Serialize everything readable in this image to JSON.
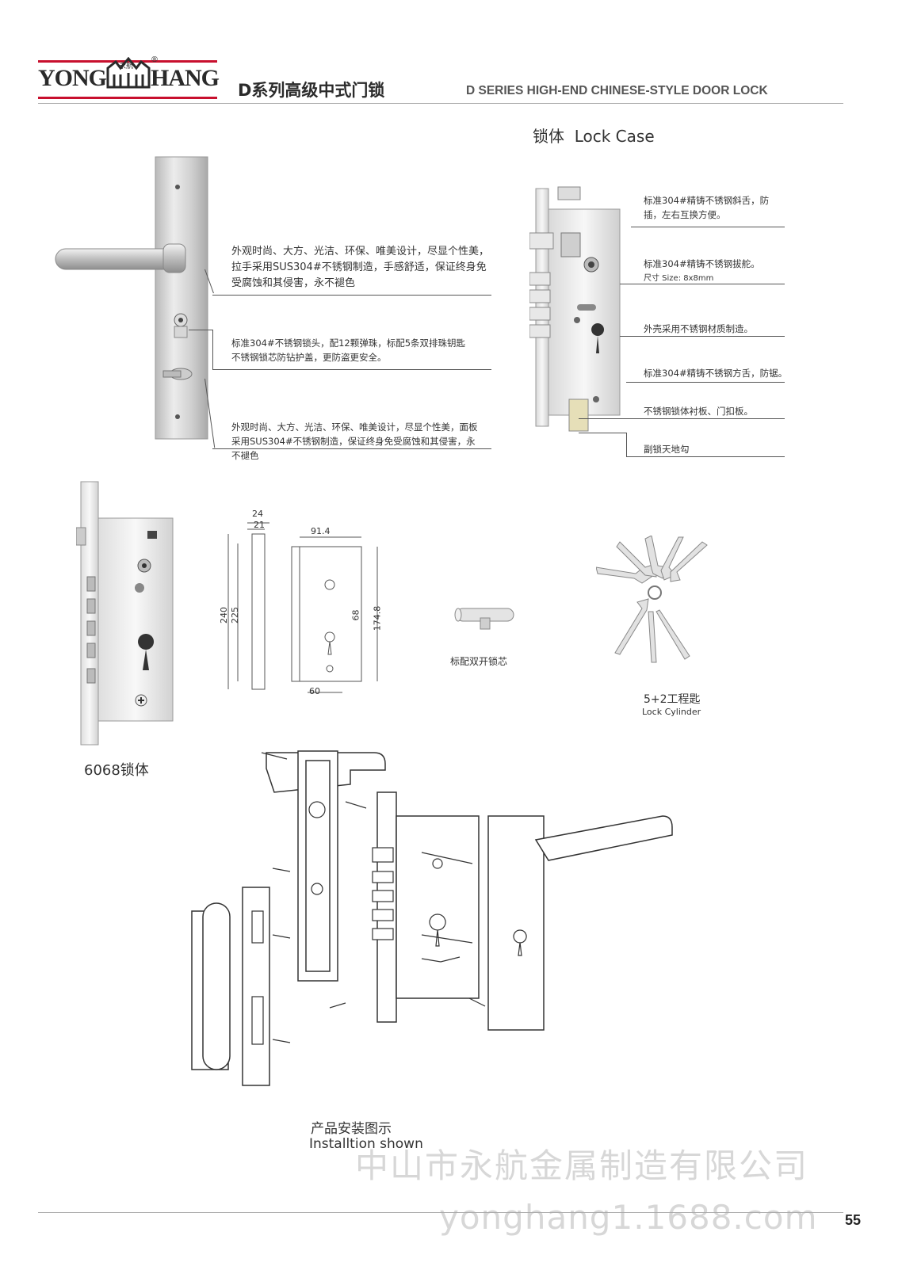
{
  "header": {
    "logo_left": "YONG",
    "logo_right": "HANG",
    "logo_small_cn": "永航",
    "logo_reg": "®",
    "title_cn": "D系列高级中式门锁",
    "title_en": "D SERIES HIGH-END CHINESE-STYLE DOOR LOCK"
  },
  "lock_case_heading": "锁体  Lock Case",
  "handle_notes": {
    "note1": "外观时尚、大方、光洁、环保、唯美设计，尽显个性美，拉手采用SUS304#不锈钢制造，手感舒适，保证终身免受腐蚀和其侵害，永不褪色",
    "note2": "标准304#不锈钢锁头，配12颗弹珠，标配5条双排珠钥匙不锈钢锁芯防钻护盖，更防盗更安全。",
    "note3": "外观时尚、大方、光洁、环保、唯美设计，尽显个性美，面板采用SUS304#不锈钢制造，保证终身免受腐蚀和其侵害，永不褪色"
  },
  "lock_case_notes": [
    "标准304#精铸不锈钢斜舌，防插，左右互换方便。",
    "标准304#精铸不锈钢拔舵。",
    "尺寸 Size: 8x8mm",
    "外壳采用不锈钢材质制造。",
    "标准304#精铸不锈钢方舌，防锯。",
    "不锈钢锁体衬板、门扣板。",
    "副锁天地勾"
  ],
  "dimensions": [
    "24",
    "21",
    "91.4",
    "240",
    "225",
    "68",
    "174.8",
    "60"
  ],
  "labels": {
    "lock_body": "6068锁体",
    "cylinder": "标配双开锁芯",
    "keys_cn": "5+2工程匙",
    "keys_en": "Lock Cylinder",
    "install_cn": "产品安装图示",
    "install_en": "Installtion shown"
  },
  "watermark": {
    "company": "中山市永航金属制造有限公司",
    "url": "yonghang1.1688.com"
  },
  "page_number": "55",
  "colors": {
    "logo_red": "#c8102e",
    "line": "#555555"
  }
}
